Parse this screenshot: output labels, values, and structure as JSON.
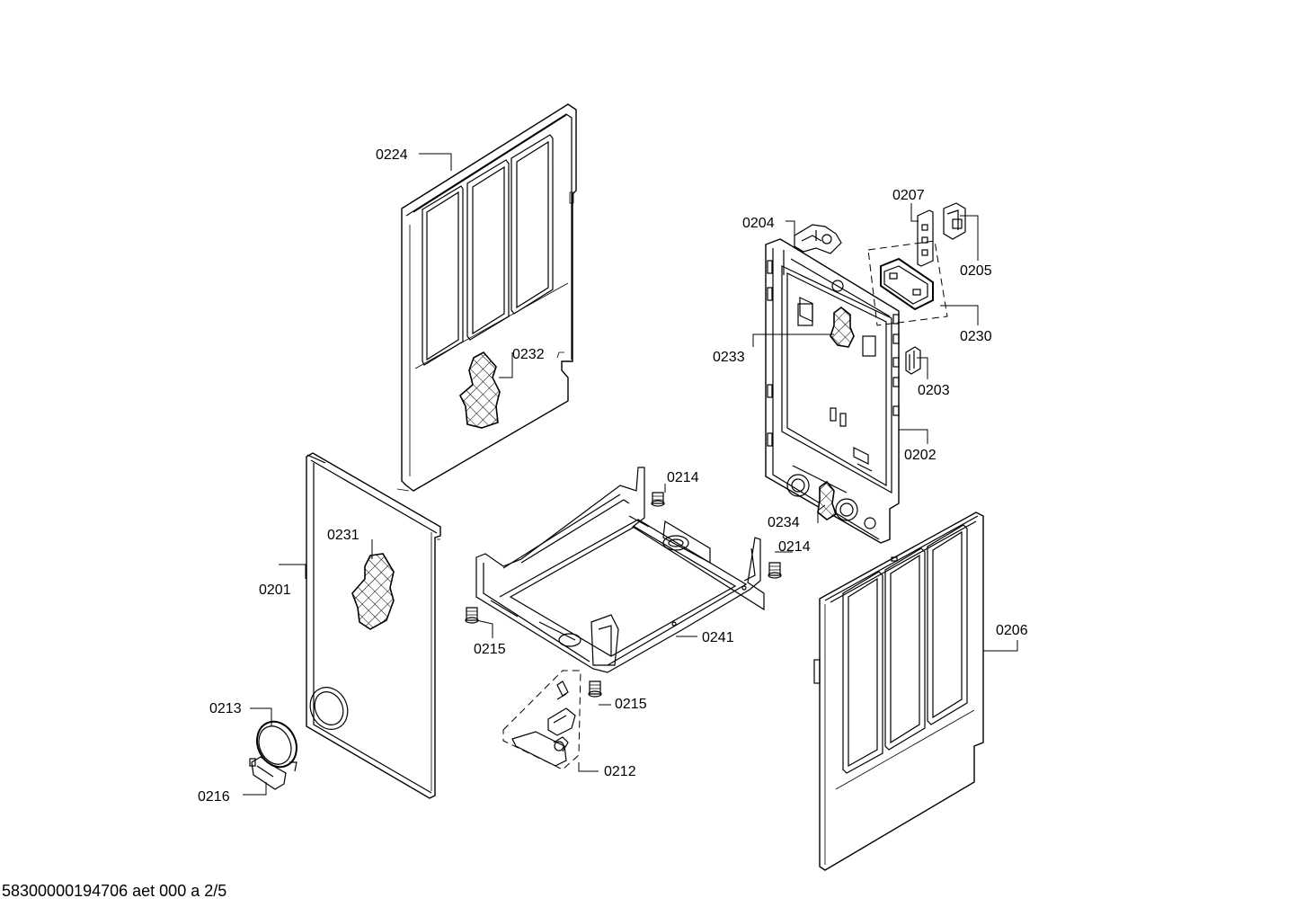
{
  "footer": {
    "document_code": "58300000194706 aet 000 a 2/5"
  },
  "labels": {
    "l0224": "0224",
    "l0232": "0232",
    "l0204": "0204",
    "l0207": "0207",
    "l0205": "0205",
    "l0230": "0230",
    "l0233": "0233",
    "l0203": "0203",
    "l0202": "0202",
    "l0214a": "0214",
    "l0234": "0234",
    "l0214b": "0214",
    "l0231": "0231",
    "l0201": "0201",
    "l0215a": "0215",
    "l0241": "0241",
    "l0206": "0206",
    "l0215b": "0215",
    "l0213": "0213",
    "l0212": "0212",
    "l0216": "0216"
  }
}
